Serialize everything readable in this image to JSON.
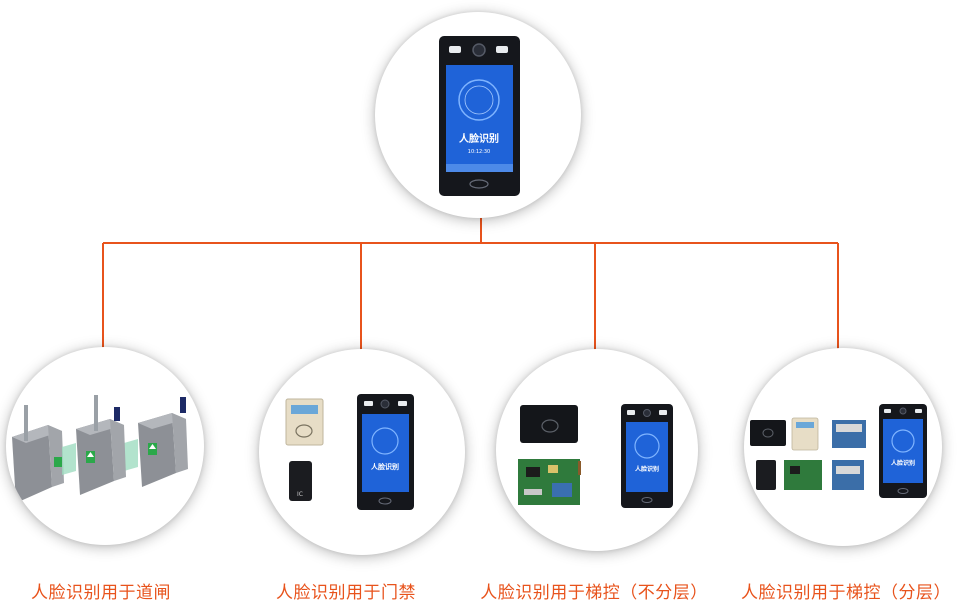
{
  "colors": {
    "accent": "#e8531c",
    "connector": "#e8531c",
    "device_body": "#15171c",
    "screen_blue": "#1f63d8"
  },
  "terminal": {
    "screen_title": "人脸识别",
    "screen_time": "10:12:30"
  },
  "categories": [
    {
      "label": "人脸识别用于道闸"
    },
    {
      "label": "人脸识别用于门禁"
    },
    {
      "label": "人脸识别用于梯控（不分层）"
    },
    {
      "label": "人脸识别用于梯控（分层）"
    }
  ],
  "card_label": "IC"
}
